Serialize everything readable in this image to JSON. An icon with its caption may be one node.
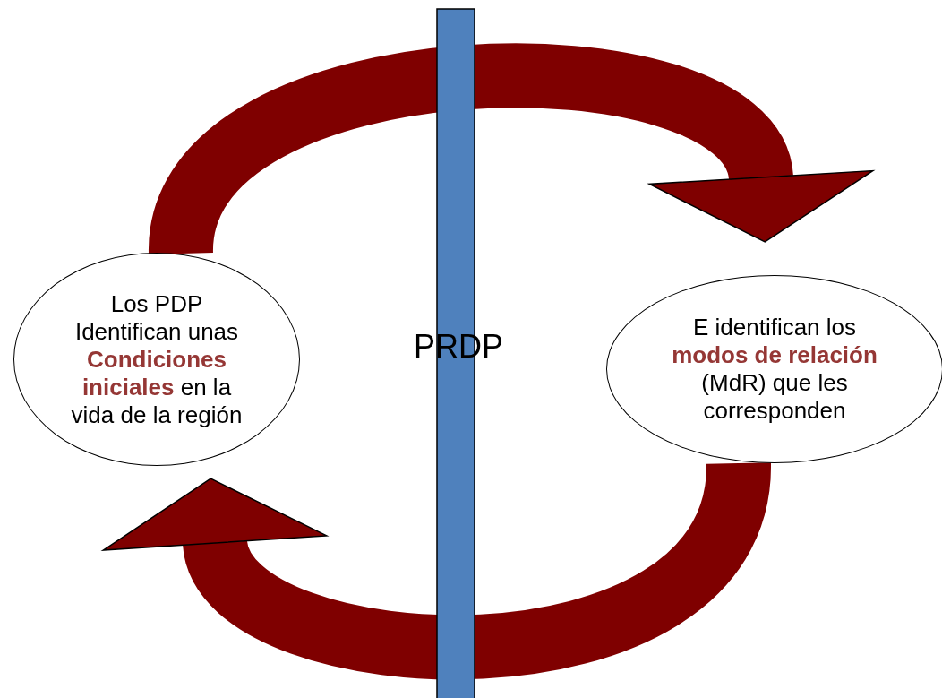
{
  "diagram": {
    "nodes": [
      {
        "text": [
          "Los PDP Identifican unas **Condiciones iniciales** en la vida de la región"
        ]
      },
      {
        "text": [
          "E identifican los **modos de relación** (MdR) que les corresponden"
        ]
      }
    ],
    "edges": [
      {
        "from": 0,
        "to": 1,
        "arrow": "to"
      },
      {
        "from": 1,
        "to": 0,
        "arrow": "to"
      }
    ],
    "labels": [
      "PRDP"
    ]
  }
}
